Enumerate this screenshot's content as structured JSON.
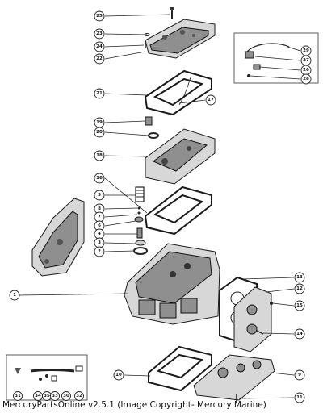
{
  "footer": {
    "caption": "MercuryPartsOnline v2.5.1 (Image Copyright- Mercury Marine)"
  },
  "callouts": {
    "c25": "25",
    "c23": "23",
    "c24": "24",
    "c22": "22",
    "c21": "21",
    "c17": "17",
    "c19": "19",
    "c20": "20",
    "c18": "18",
    "c16": "16",
    "c5": "5",
    "c8": "8",
    "c7": "7",
    "c6": "6",
    "c4": "4",
    "c3": "3",
    "c2": "2",
    "c1": "1",
    "c13": "13",
    "c12": "12",
    "c15": "15",
    "c14": "14",
    "c10": "10",
    "c9": "9",
    "c11": "11",
    "c29": "29",
    "c27": "27",
    "c26": "26",
    "c28": "28",
    "c31": "31",
    "c34": "34",
    "c35": "35",
    "c33": "33",
    "c30": "30",
    "c32": "32"
  }
}
